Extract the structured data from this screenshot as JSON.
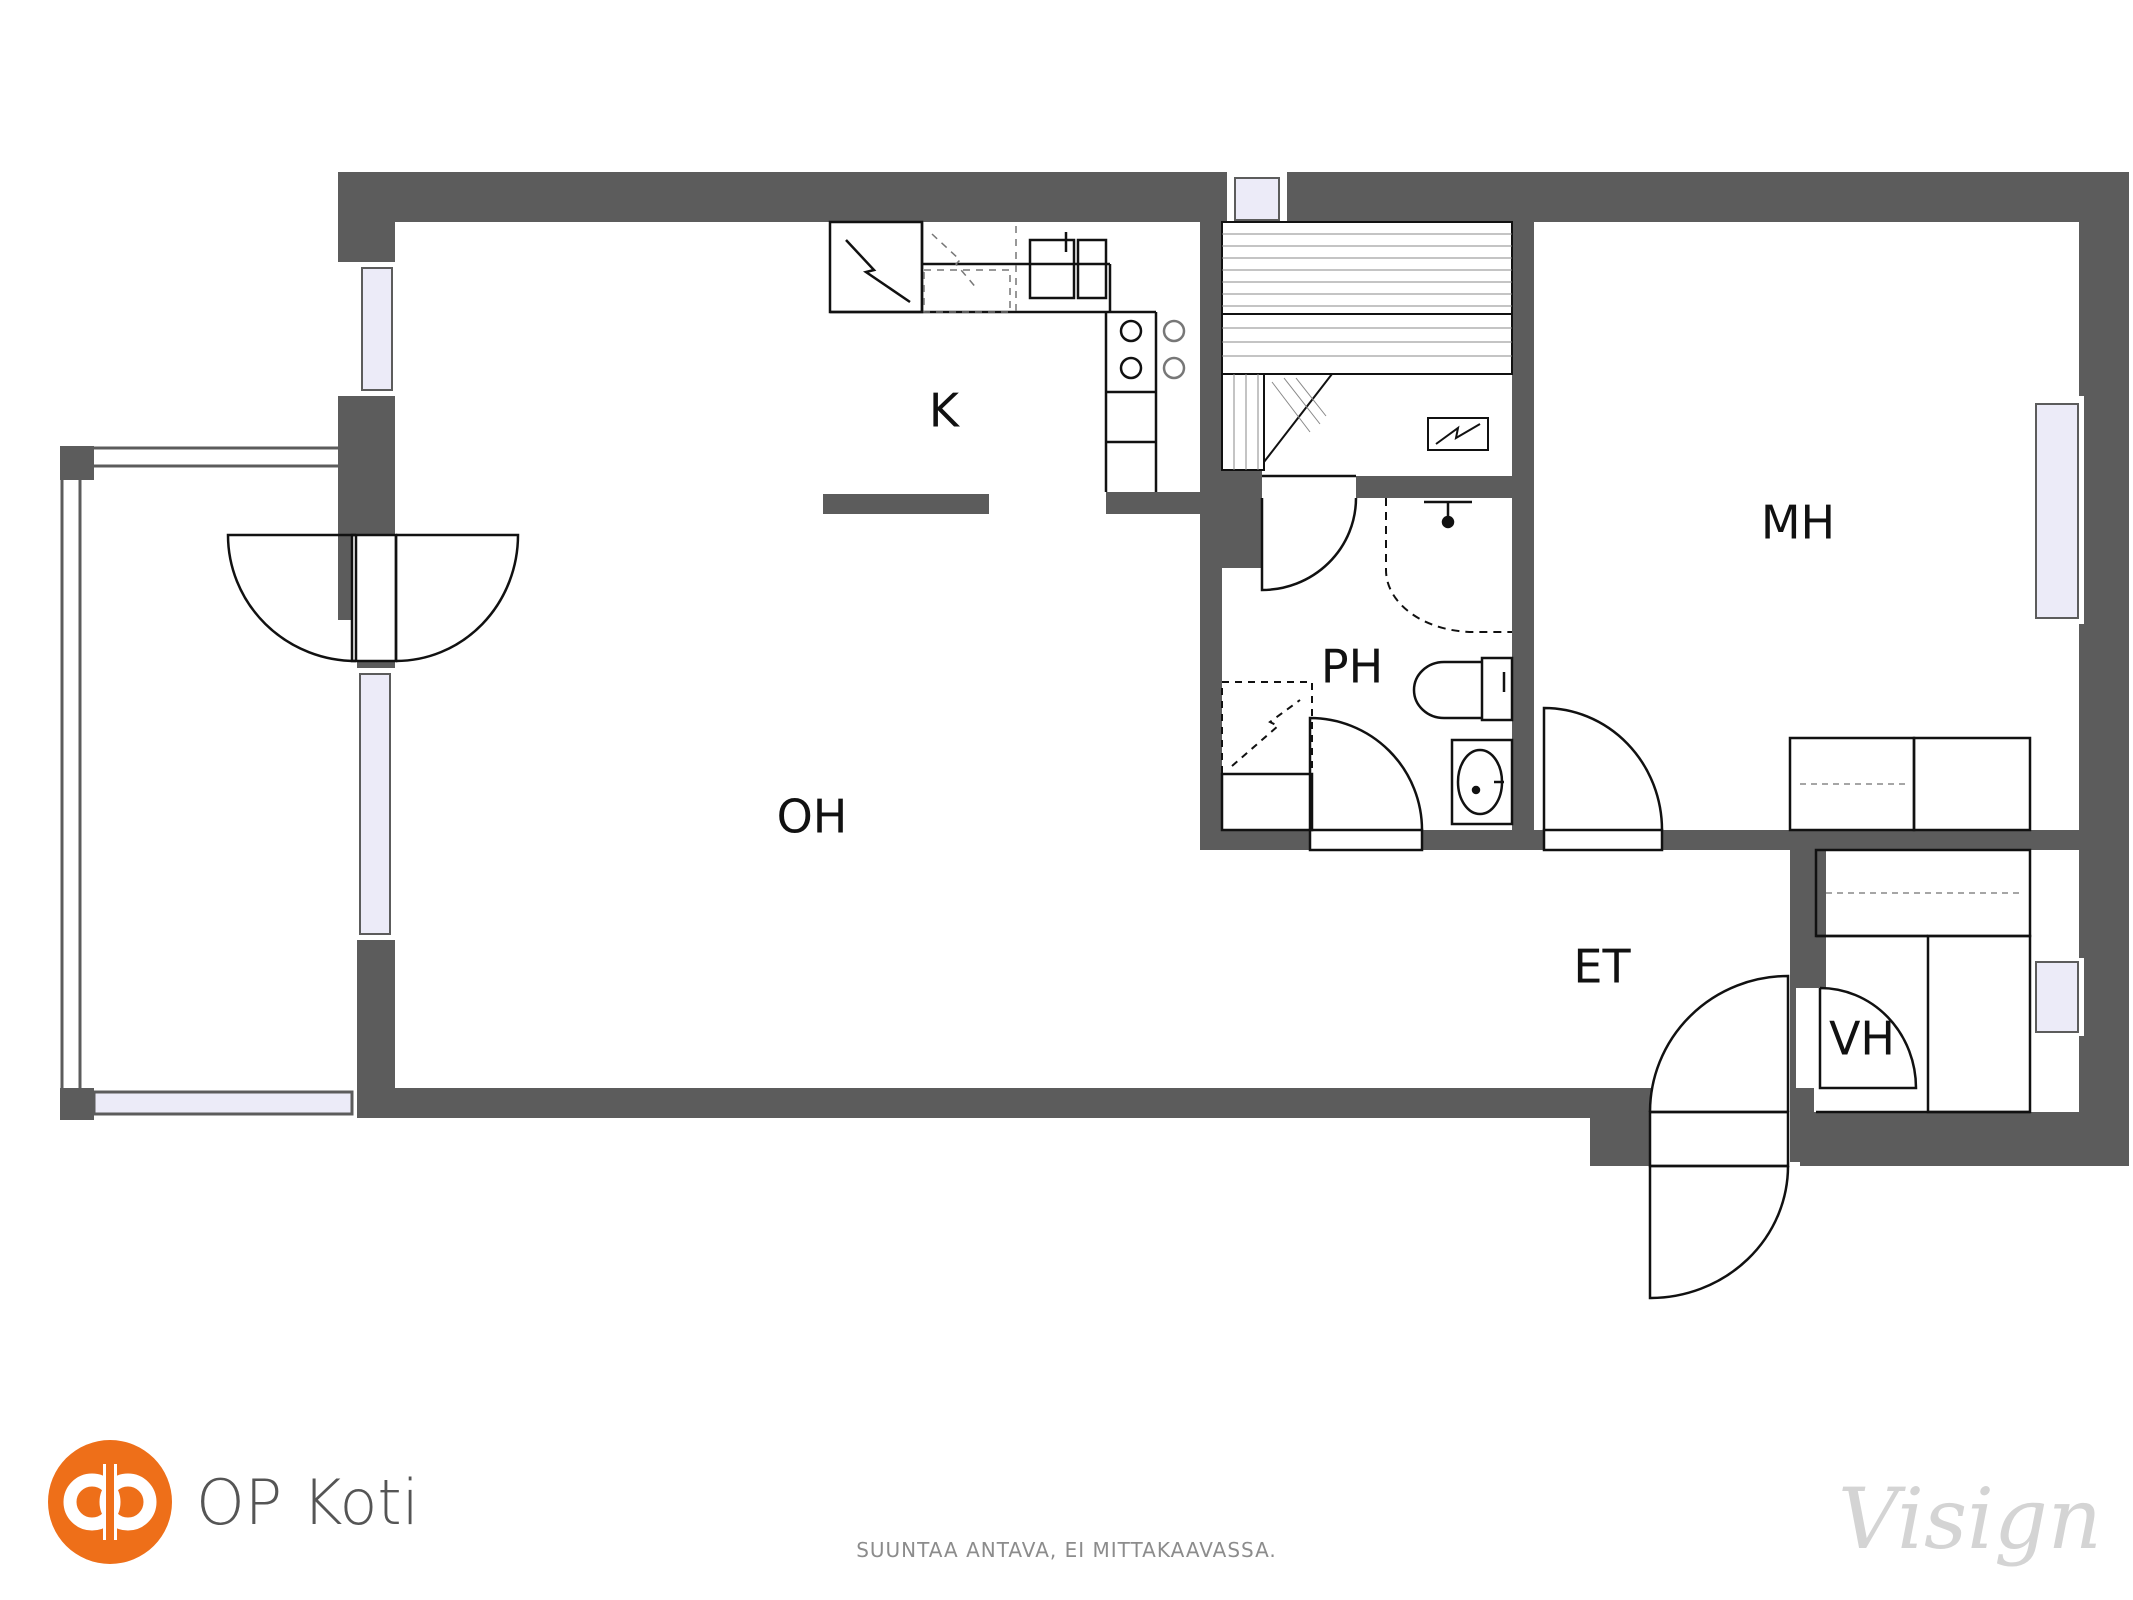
{
  "rooms": [
    {
      "label": "K"
    },
    {
      "label": "OH"
    },
    {
      "label": "PH"
    },
    {
      "label": "MH"
    },
    {
      "label": "ET"
    },
    {
      "label": "VH"
    }
  ],
  "brand": {
    "name": "OP Koti",
    "color": "#ee6f19"
  },
  "disclaimer": "SUUNTAA ANTAVA, EI MITTAKAAVASSA.",
  "watermark": "Visign",
  "colors": {
    "wall": "#5c5c5c",
    "window_glass": "#ecebf8",
    "text": "#111111",
    "disclaimer": "#8c8c8c",
    "watermark": "#d4d4d4"
  }
}
